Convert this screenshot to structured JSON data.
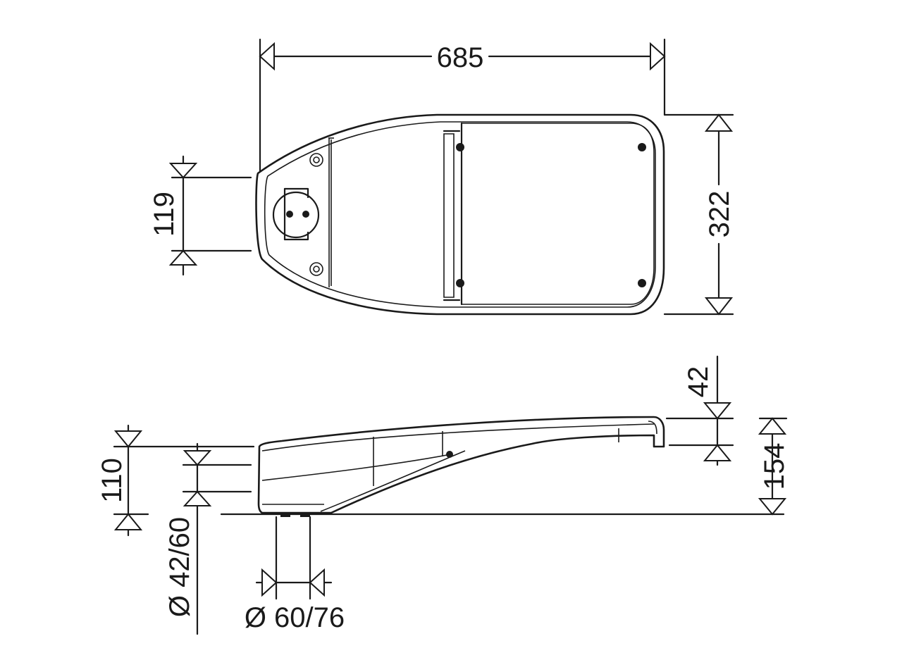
{
  "top_view": {
    "overall_length": "685",
    "overall_width": "322",
    "bracket_spacing": "119"
  },
  "side_view": {
    "cover_height": "42",
    "total_height": "154",
    "housing_height": "110",
    "spigot_diameter_side": "Ø 42/60",
    "spigot_diameter_bottom": "Ø 60/76"
  },
  "colors": {
    "line": "#1a1a1a",
    "background": "#ffffff"
  }
}
